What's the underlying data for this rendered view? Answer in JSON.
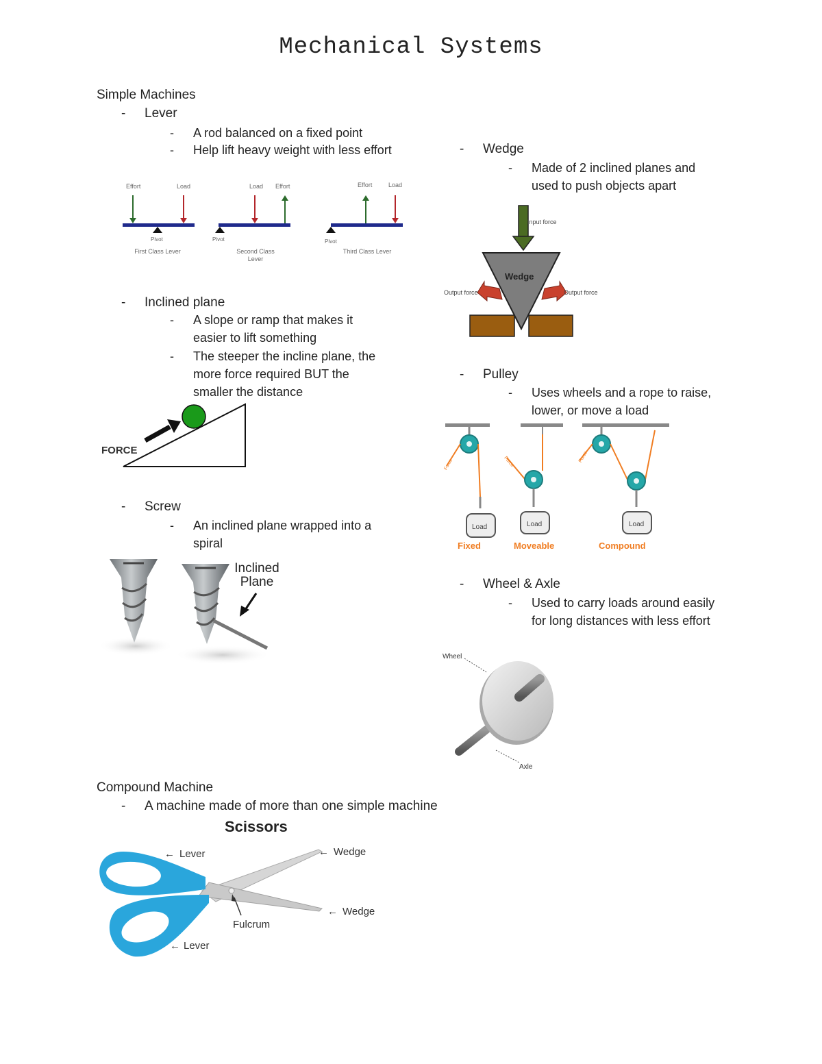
{
  "title": "Mechanical Systems",
  "simple_machines": {
    "heading": "Simple Machines",
    "lever": {
      "label": "Lever",
      "points": [
        "A rod balanced on a fixed point",
        "Help lift heavy weight with less effort"
      ],
      "diagram": {
        "first": {
          "effort": "Effort",
          "load": "Load",
          "pivot": "Pivot",
          "caption": "First Class Lever"
        },
        "second": {
          "load": "Load",
          "effort": "Effort",
          "pivot": "Pivot",
          "caption": "Second Class Lever"
        },
        "third": {
          "effort": "Effort",
          "load": "Load",
          "pivot": "Pivot",
          "caption": "Third Class Lever"
        }
      }
    },
    "inclined_plane": {
      "label": "Inclined plane",
      "points": [
        "A slope or ramp that makes it easier to lift something",
        "The steeper the incline plane, the more force required BUT the smaller the distance"
      ],
      "force_label": "FORCE"
    },
    "screw": {
      "label": "Screw",
      "points": [
        "An inclined plane wrapped into a spiral"
      ],
      "diagram_label": "Inclined Plane"
    },
    "wedge": {
      "label": "Wedge",
      "points": [
        "Made of 2 inclined planes and used to push objects apart"
      ],
      "diagram": {
        "input": "Input force",
        "center": "Wedge",
        "output_left": "Output force",
        "output_right": "Output force"
      }
    },
    "pulley": {
      "label": "Pulley",
      "points": [
        "Uses wheels and a rope to raise, lower, or move a load"
      ],
      "diagram": {
        "load": "Load",
        "force": "Force",
        "fixed": "Fixed",
        "moveable": "Moveable",
        "compound": "Compound"
      }
    },
    "wheel_axle": {
      "label": "Wheel & Axle",
      "points": [
        "Used to carry loads around easily for long distances with less effort"
      ],
      "diagram": {
        "wheel": "Wheel",
        "axle": "Axle"
      }
    }
  },
  "compound_machine": {
    "heading": "Compound Machine",
    "points": [
      "A machine made of more than one simple machine"
    ],
    "diagram": {
      "title": "Scissors",
      "lever_top": "Lever",
      "lever_bottom": "Lever",
      "wedge_top": "Wedge",
      "wedge_bottom": "Wedge",
      "fulcrum": "Fulcrum"
    }
  },
  "colors": {
    "blue_bar": "#1f2a8c",
    "red_arrow": "#b3262b",
    "green_arrow": "#2c6b2c",
    "wedge_green": "#4b6b23",
    "block_brown": "#9a5d10",
    "teal_pulley": "#25a7a8",
    "orange_rope": "#f07d22",
    "scissors_blue": "#2aa6dc"
  }
}
